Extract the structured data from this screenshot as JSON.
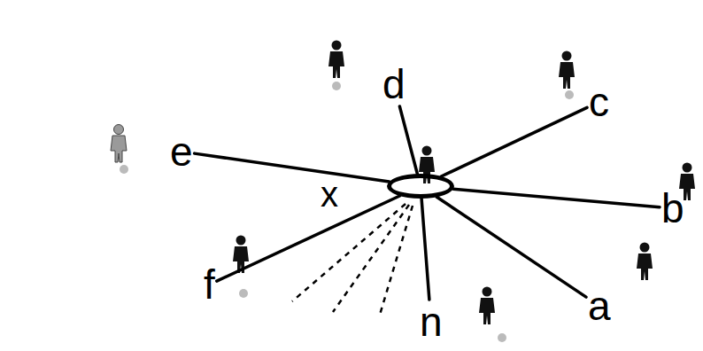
{
  "diagram": {
    "nodes": [
      {
        "text": [
          "d"
        ]
      },
      {
        "text": [
          "c"
        ]
      },
      {
        "text": [
          "e"
        ]
      },
      {
        "text": [
          "x"
        ]
      },
      {
        "text": [
          "b"
        ]
      },
      {
        "text": [
          "f"
        ]
      },
      {
        "text": [
          "a"
        ]
      },
      {
        "text": [
          "n"
        ]
      }
    ],
    "edges": [
      {
        "from": 3,
        "to": 0,
        "arrow": "none"
      },
      {
        "from": 3,
        "to": 1,
        "arrow": "none"
      },
      {
        "from": 3,
        "to": 2,
        "arrow": "none"
      },
      {
        "from": 3,
        "to": 4,
        "arrow": "none"
      },
      {
        "from": 3,
        "to": 5,
        "arrow": "none"
      },
      {
        "from": 3,
        "to": 6,
        "arrow": "none"
      },
      {
        "from": 3,
        "to": 7,
        "arrow": "none"
      }
    ]
  }
}
